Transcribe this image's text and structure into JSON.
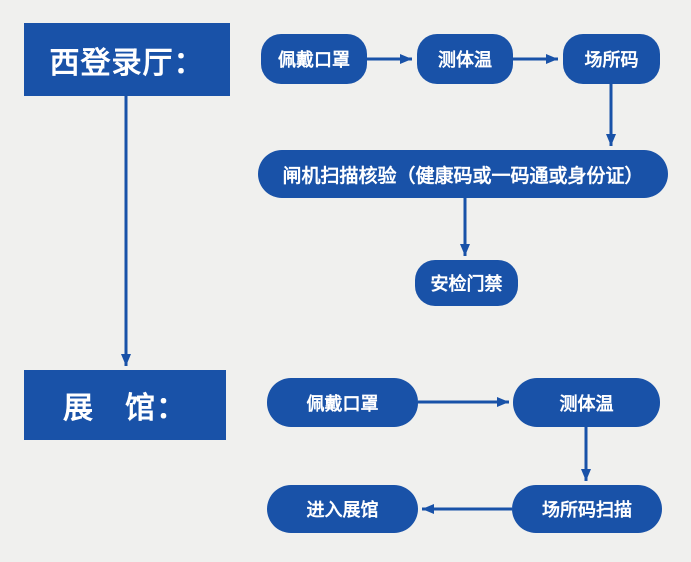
{
  "colors": {
    "primary": "#1952a8",
    "background": "#f0f0ee",
    "text_on_primary": "#ffffff"
  },
  "diagram": {
    "type": "flowchart",
    "sections": {
      "west_hall": {
        "title": "西登录厅：",
        "steps": {
          "wear_mask": "佩戴口罩",
          "temp_check": "测体温",
          "venue_code": "场所码",
          "gate_scan": "闸机扫描核验（健康码或一码通或身份证）",
          "security_gate": "安检门禁"
        },
        "flow": [
          "佩戴口罩 → 测体温",
          "测体温 → 场所码",
          "场所码 → 闸机扫描核验（健康码或一码通或身份证）",
          "闸机扫描核验（健康码或一码通或身份证） → 安检门禁"
        ]
      },
      "exhibition_hall": {
        "title": "展　馆：",
        "steps": {
          "wear_mask": "佩戴口罩",
          "temp_check": "测体温",
          "venue_code_scan": "场所码扫描",
          "enter_hall": "进入展馆"
        },
        "flow": [
          "佩戴口罩 → 测体温",
          "测体温 → 场所码扫描",
          "场所码扫描 → 进入展馆"
        ]
      },
      "section_link": "西登录厅： → 展　馆："
    }
  }
}
